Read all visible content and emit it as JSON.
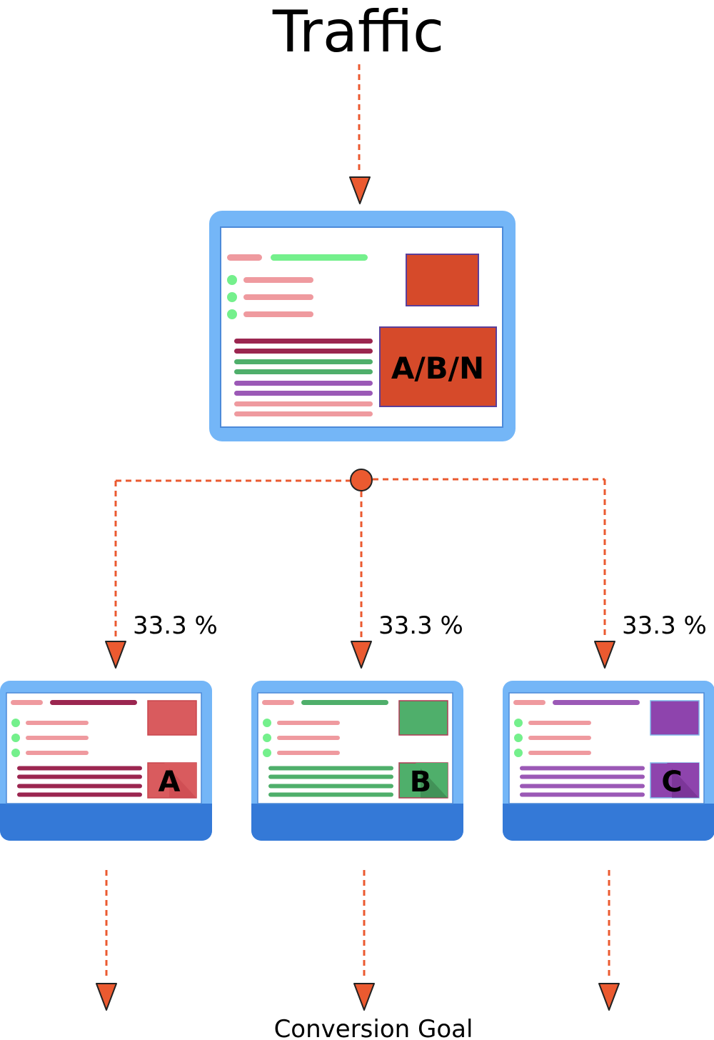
{
  "title": "Traffic",
  "main_page": {
    "label": "A/B/N"
  },
  "variants": [
    {
      "letter": "A",
      "percent": "33.3 %",
      "color": "#D95B5E",
      "title_bar": "#9B2650",
      "lines": "#9B2650",
      "dark": "#C9474E"
    },
    {
      "letter": "B",
      "percent": "33.3 %",
      "color": "#4FAF6B",
      "title_bar": "#4FAF6B",
      "lines": "#4FAF6B",
      "dark": "#3A7F4B"
    },
    {
      "letter": "C",
      "percent": "33.3 %",
      "color": "#8E44AD",
      "title_bar": "#9B59B6",
      "lines": "#9B59B6",
      "dark": "#6F2D8C"
    }
  ],
  "goal": "Conversion Goal",
  "colors": {
    "arrow": "#EB5A30",
    "frame": "#74B6F7",
    "frame_dark": "#3479D7",
    "main_box": "#D64A2A",
    "pink": "#EF9A9F",
    "green_bar": "#74F08C",
    "green_dot": "#74F08C"
  },
  "icons": [
    "arrow-down-icon",
    "split-node-icon",
    "browser-window-icon"
  ]
}
